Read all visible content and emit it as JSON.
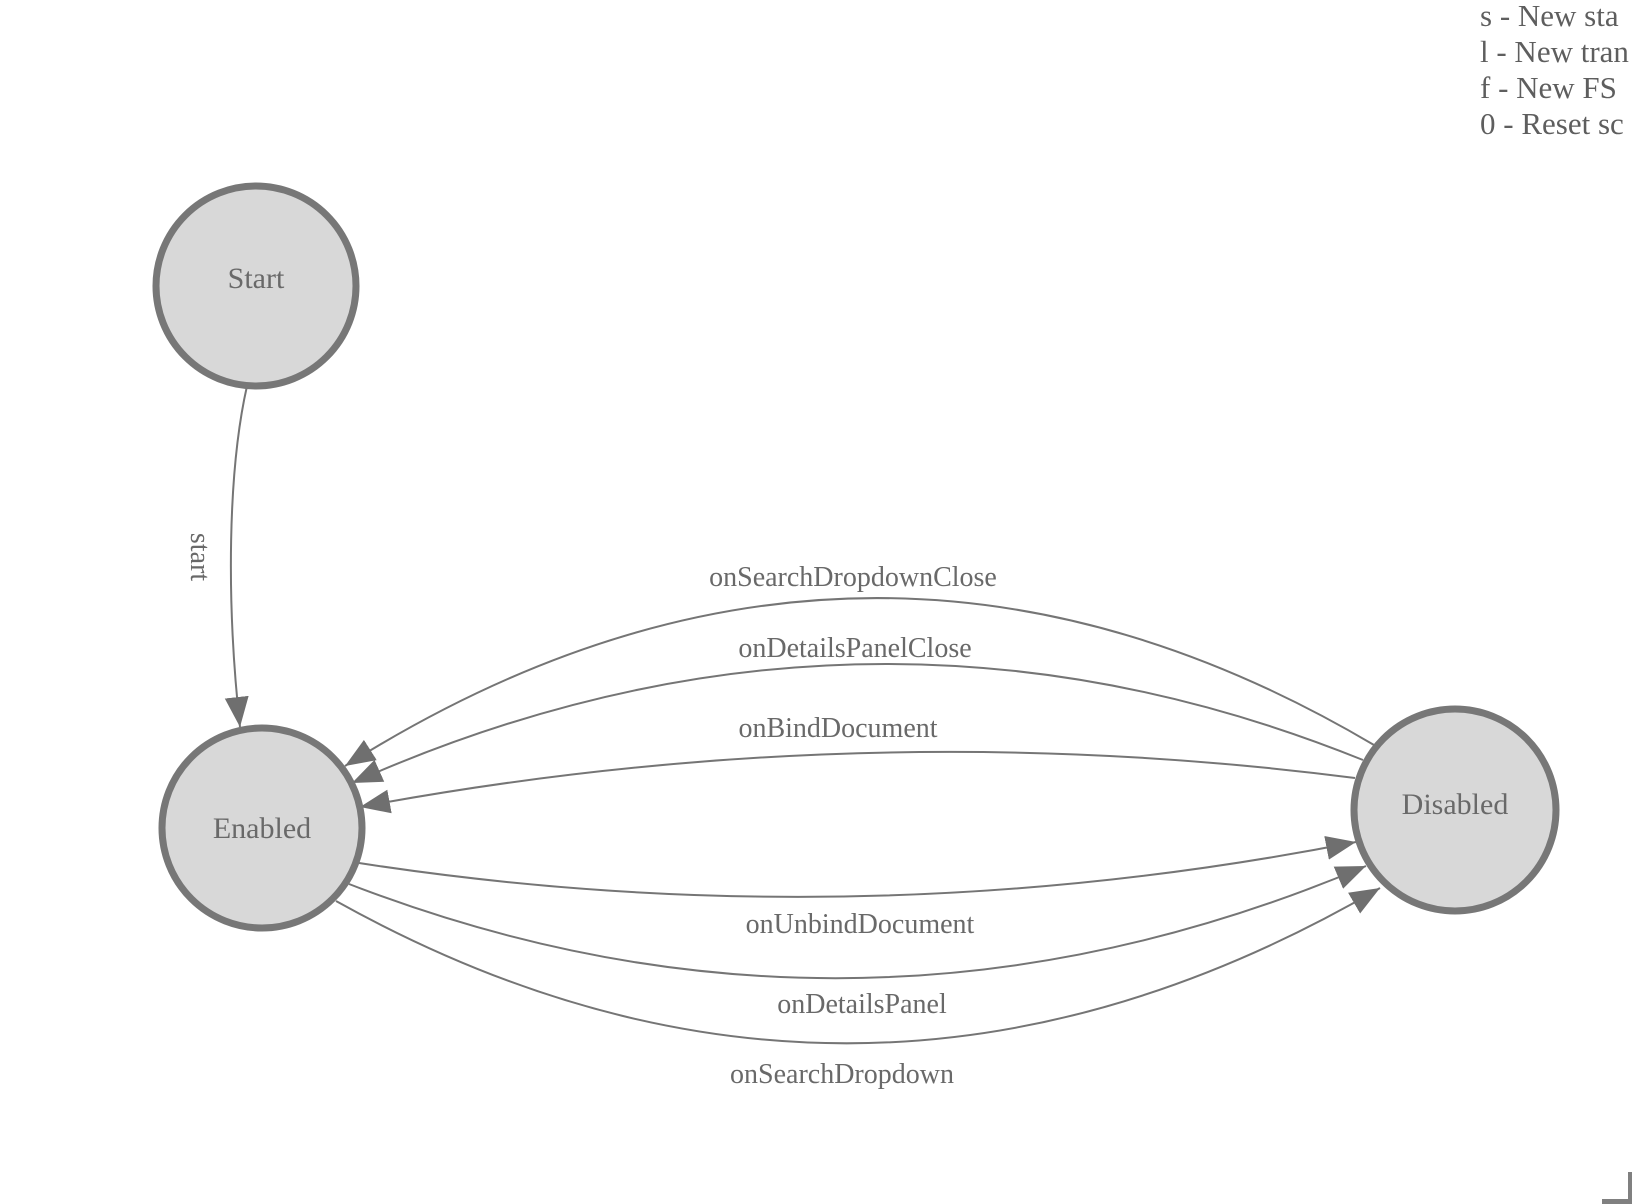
{
  "legend": {
    "lines": [
      {
        "text": "s - New sta"
      },
      {
        "text": "l - New tran"
      },
      {
        "text": "f - New FS"
      },
      {
        "text": "0 - Reset sc"
      }
    ]
  },
  "states": {
    "start": {
      "label": "Start"
    },
    "enabled": {
      "label": "Enabled"
    },
    "disabled": {
      "label": "Disabled"
    }
  },
  "transitions": {
    "start_to_enabled": {
      "label": "start",
      "from": "Start",
      "to": "Enabled"
    },
    "search_dropdown_close": {
      "label": "onSearchDropdownClose",
      "from": "Disabled",
      "to": "Enabled"
    },
    "details_panel_close": {
      "label": "onDetailsPanelClose",
      "from": "Disabled",
      "to": "Enabled"
    },
    "bind_document": {
      "label": "onBindDocument",
      "from": "Disabled",
      "to": "Enabled"
    },
    "unbind_document": {
      "label": "onUnbindDocument",
      "from": "Enabled",
      "to": "Disabled"
    },
    "details_panel": {
      "label": "onDetailsPanel",
      "from": "Enabled",
      "to": "Disabled"
    },
    "search_dropdown": {
      "label": "onSearchDropdown",
      "from": "Enabled",
      "to": "Disabled"
    }
  },
  "colors": {
    "background": "#ffffff",
    "state_fill": "#d8d8d8",
    "state_stroke": "#777777",
    "edge_stroke": "#757575",
    "arrowhead_fill": "#6f6f6f",
    "label_text": "#696969",
    "legend_text": "#5e5e5e",
    "corner_marker": "#808080"
  }
}
